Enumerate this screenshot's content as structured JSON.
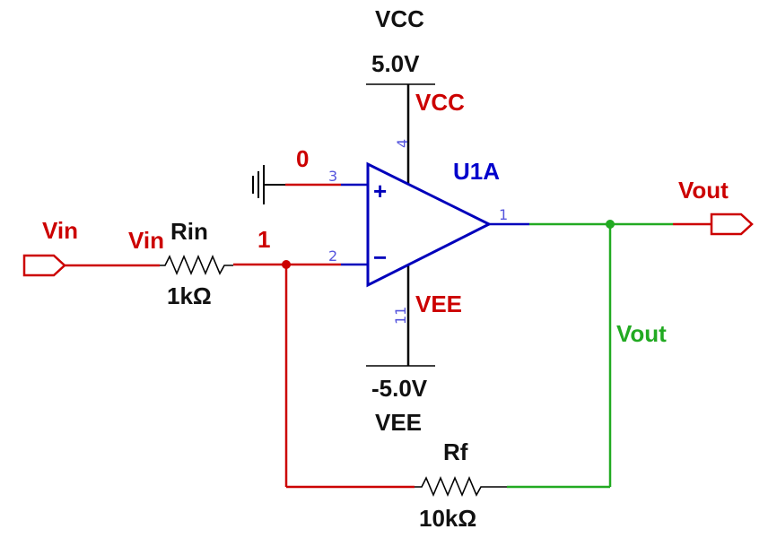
{
  "colors": {
    "net_input": "#cc0000",
    "net_output": "#22aa22",
    "component": "#0000bb",
    "pin_number": "#5555dd",
    "power_wire": "#000000",
    "label_dark": "#111111",
    "label_red": "#cc0000",
    "label_blue": "#0000cc",
    "label_green": "#22aa22"
  },
  "power": {
    "vcc_name": "VCC",
    "vcc_value": "5.0V",
    "vcc_net": "VCC",
    "vee_name": "VEE",
    "vee_value": "-5.0V",
    "vee_net": "VEE"
  },
  "opamp": {
    "ref": "U1A",
    "plus_sign": "+",
    "minus_sign": "−",
    "pins": {
      "noninv": "3",
      "inv": "2",
      "out": "1",
      "vpos": "4",
      "vneg": "11"
    }
  },
  "nets": {
    "ground_node": "0",
    "node1": "1",
    "vin_label": "Vin",
    "vout_label": "Vout"
  },
  "ports": {
    "input_label": "Vin",
    "output_label": "Vout"
  },
  "resistors": {
    "rin": {
      "ref": "Rin",
      "value": "1kΩ"
    },
    "rf": {
      "ref": "Rf",
      "value": "10kΩ"
    }
  }
}
